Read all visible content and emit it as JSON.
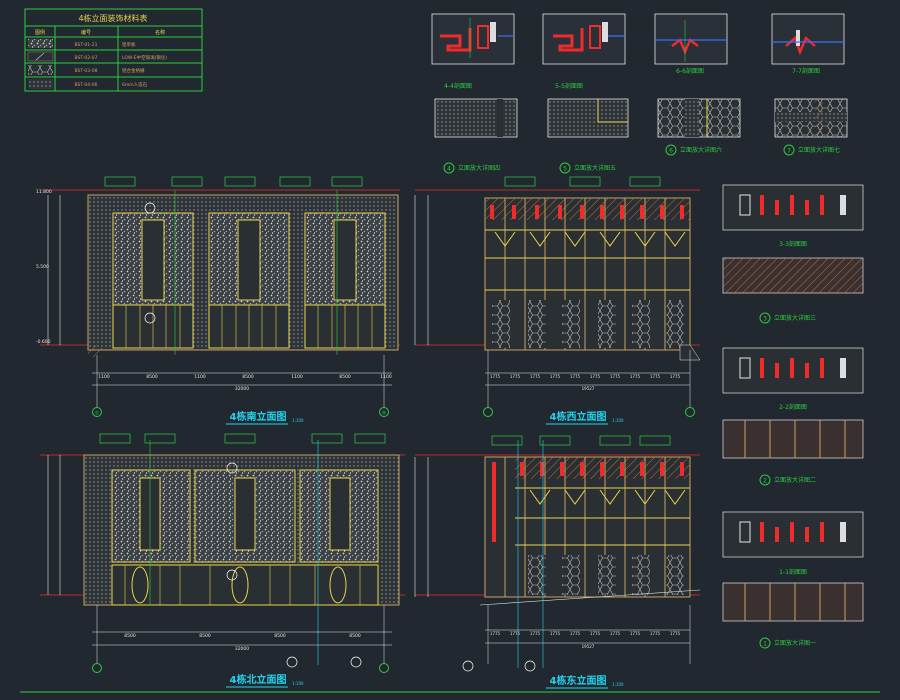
{
  "legend": {
    "title": "4栋立面装饰材料表",
    "headers": [
      "图例",
      "编号",
      "名称"
    ],
    "rows": [
      {
        "icon": "dense-pattern-swatch",
        "code": "BST-01-21",
        "name": "铝单板"
      },
      {
        "icon": "glass-swatch",
        "code": "BST-02-07",
        "name": "LOW-E中空玻璃(钢化)"
      },
      {
        "icon": "grid-swatch",
        "code": "BST-03-08",
        "name": "铝合金格栅"
      },
      {
        "icon": "stone-swatch",
        "code": "BST-04-06",
        "name": "6mm人造石"
      }
    ]
  },
  "detail_sections": {
    "top": [
      {
        "label": "4-4剖面图"
      },
      {
        "label": "5-5剖面图"
      },
      {
        "label": "6-6剖面图"
      },
      {
        "label": "7-7剖面图"
      }
    ],
    "enlarged": [
      {
        "num": "4",
        "label": "立面放大详图四"
      },
      {
        "num": "5",
        "label": "立面放大详图五"
      },
      {
        "num": "6",
        "label": "立面放大详图六"
      },
      {
        "num": "7",
        "label": "立面放大详图七"
      }
    ]
  },
  "elevations": {
    "south": {
      "title": "4栋南立面图",
      "scale": "1:100",
      "dims": [
        "1100",
        "8500",
        "1100",
        "8500",
        "1100",
        "8500",
        "1100"
      ],
      "total": "32000"
    },
    "west": {
      "title": "4栋西立面图",
      "scale": "1:100",
      "dims": [
        "1775",
        "1775",
        "1775",
        "1775",
        "1775",
        "1775",
        "1775",
        "1775",
        "1775",
        "1775"
      ],
      "total": "19527"
    },
    "north": {
      "title": "4栋北立面图",
      "scale": "1:100",
      "dims": [
        "8500",
        "8500",
        "8500",
        "8500"
      ],
      "total": "32000"
    },
    "east": {
      "title": "4栋东立面图",
      "scale": "1:100",
      "dims": [
        "1775",
        "1775",
        "1775",
        "1775",
        "1775",
        "1775",
        "1775",
        "1775",
        "1775",
        "1775"
      ],
      "total": "19527"
    }
  },
  "levels": {
    "top": "11.800",
    "mid": "5.500",
    "ground": "-0.600"
  },
  "right_column": [
    {
      "label": "3-3剖面图"
    },
    {
      "num": "3",
      "label": "立面放大详图三"
    },
    {
      "label": "2-2剖面图"
    },
    {
      "num": "2",
      "label": "立面放大详图二"
    },
    {
      "label": "1-1剖面图"
    },
    {
      "num": "1",
      "label": "立面放大详图一"
    }
  ],
  "axis_labels": [
    "①",
    "⑨"
  ],
  "colors": {
    "bg": "#212830",
    "green": "#2ecc40",
    "yellow": "#e8d44d",
    "cyan": "#22d3ee",
    "red": "#ef2b2b",
    "white": "#e5e5e5",
    "tan": "#c8a060"
  }
}
